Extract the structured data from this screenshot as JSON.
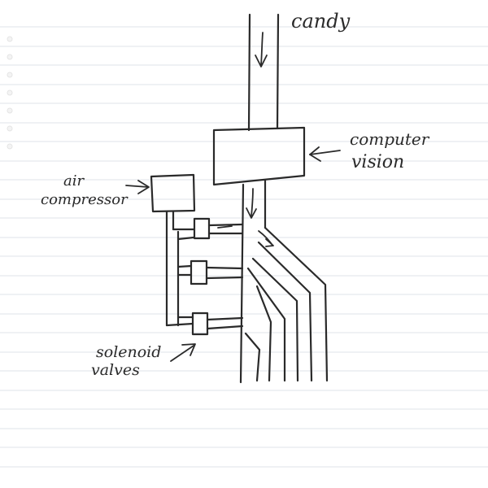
{
  "labels": {
    "candy": "candy",
    "computer_vision_line1": "computer",
    "computer_vision_line2": "vision",
    "air_compressor_line1": "air",
    "air_compressor_line2": "compressor",
    "solenoid_valves_line1": "solenoid",
    "solenoid_valves_line2": "valves"
  },
  "colors": {
    "ink": "#2a2a2a",
    "paper": "#ffffff",
    "ruled_line": "#dfe3ea"
  }
}
